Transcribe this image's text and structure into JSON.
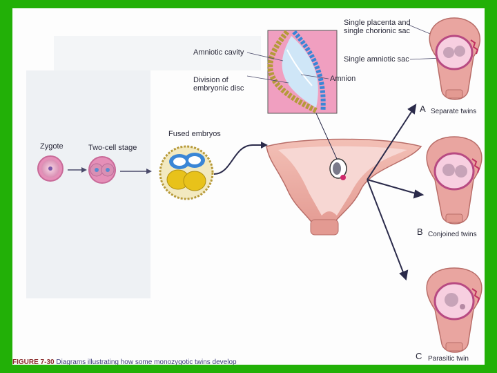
{
  "labels": {
    "zygote": "Zygote",
    "two_cell": "Two-cell stage",
    "fused": "Fused embryos",
    "amniotic_cavity": "Amniotic cavity",
    "division_1": "Division of",
    "division_2": "embryonic disc",
    "amnion": "Amnion",
    "placenta_1": "Single placenta and",
    "placenta_2": "single chorionic sac",
    "amniotic_sac": "Single amniotic sac",
    "a_letter": "A",
    "a_text": "Separate twins",
    "b_letter": "B",
    "b_text": "Conjoined twins",
    "c_letter": "C",
    "c_text": "Parasitic twin"
  },
  "caption": {
    "figure": "FIGURE 7-30",
    "text": "Diagrams illustrating how some monozygotic twins develop"
  },
  "colors": {
    "background_green": "#22b007",
    "uterus_pink": "#e9a5a0",
    "amnion_blue": "#5aa6e0",
    "yolk_yellow": "#e8c21a"
  }
}
